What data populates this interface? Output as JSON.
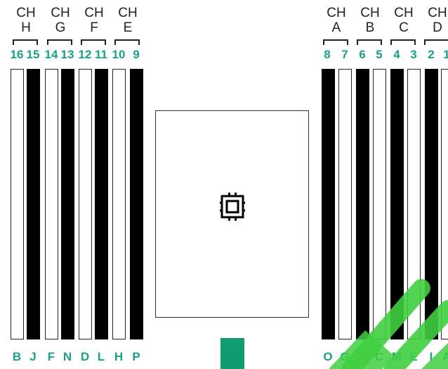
{
  "left_channels": [
    {
      "line1": "CH",
      "line2": "H"
    },
    {
      "line1": "CH",
      "line2": "G"
    },
    {
      "line1": "CH",
      "line2": "F"
    },
    {
      "line1": "CH",
      "line2": "E"
    }
  ],
  "right_channels": [
    {
      "line1": "CH",
      "line2": "A"
    },
    {
      "line1": "CH",
      "line2": "B"
    },
    {
      "line1": "CH",
      "line2": "C"
    },
    {
      "line1": "CH",
      "line2": "D"
    }
  ],
  "left_slots": [
    {
      "number": "16",
      "letter": "B",
      "fill": "light"
    },
    {
      "number": "15",
      "letter": "J",
      "fill": "dark"
    },
    {
      "number": "14",
      "letter": "F",
      "fill": "light"
    },
    {
      "number": "13",
      "letter": "N",
      "fill": "dark"
    },
    {
      "number": "12",
      "letter": "D",
      "fill": "light"
    },
    {
      "number": "11",
      "letter": "L",
      "fill": "dark"
    },
    {
      "number": "10",
      "letter": "H",
      "fill": "light"
    },
    {
      "number": "9",
      "letter": "P",
      "fill": "dark"
    }
  ],
  "right_slots": [
    {
      "number": "8",
      "letter": "O",
      "fill": "dark"
    },
    {
      "number": "7",
      "letter": "G",
      "fill": "light"
    },
    {
      "number": "6",
      "letter": "K",
      "fill": "dark"
    },
    {
      "number": "5",
      "letter": "C",
      "fill": "light"
    },
    {
      "number": "4",
      "letter": "M",
      "fill": "dark"
    },
    {
      "number": "3",
      "letter": "E",
      "fill": "light"
    },
    {
      "number": "2",
      "letter": "I",
      "fill": "dark"
    },
    {
      "number": "1",
      "letter": "A",
      "fill": "light"
    }
  ],
  "colors": {
    "label_green": "#1aa088",
    "connector_green": "#0f9d6f",
    "watermark_green": "#3fcf3f"
  },
  "icons": {
    "processor": "cpu-chip-icon"
  }
}
